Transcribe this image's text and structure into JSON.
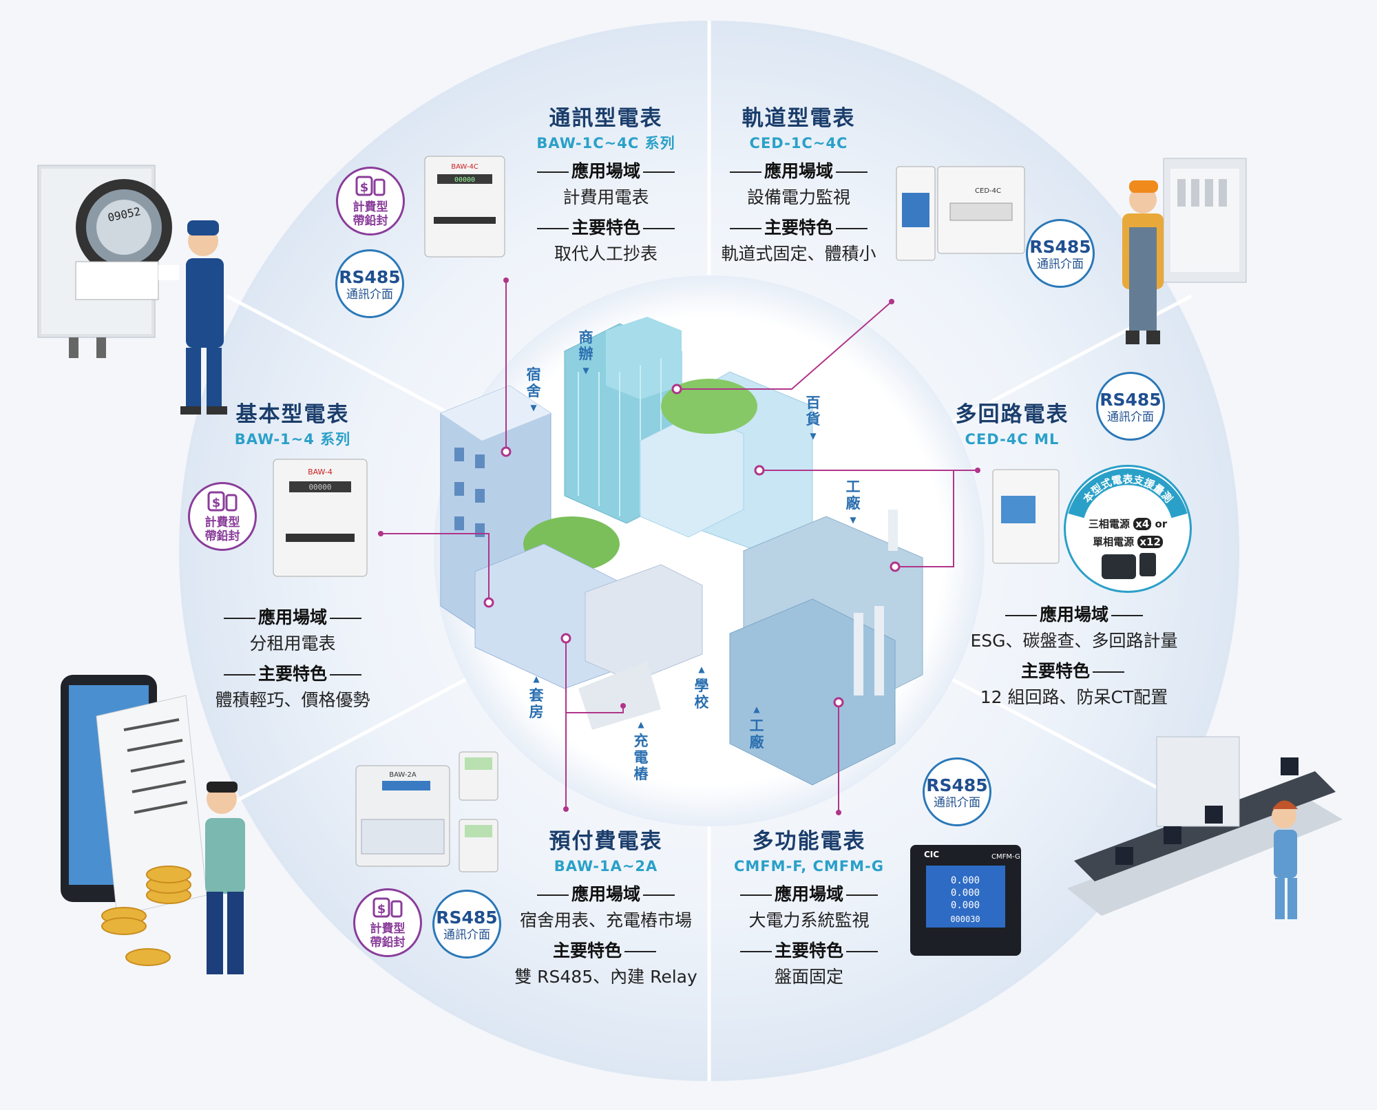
{
  "products": {
    "comm": {
      "title": "通訊型電表",
      "model": "BAW-1C~4C 系列",
      "field_hdr": "應用場域",
      "field_val": "計費用電表",
      "feat_hdr": "主要特色",
      "feat_val": "取代人工抄表"
    },
    "rail": {
      "title": "軌道型電表",
      "model": "CED-1C~4C",
      "field_hdr": "應用場域",
      "field_val": "設備電力監視",
      "feat_hdr": "主要特色",
      "feat_val": "軌道式固定、體積小"
    },
    "basic": {
      "title": "基本型電表",
      "model": "BAW-1~4 系列",
      "field_hdr": "應用場域",
      "field_val": "分租用電表",
      "feat_hdr": "主要特色",
      "feat_val": "體積輕巧、價格優勢"
    },
    "multi": {
      "title": "多回路電表",
      "model": "CED-4C ML",
      "field_hdr": "應用場域",
      "field_val": "ESG、碳盤查、多回路計量",
      "feat_hdr": "主要特色",
      "feat_val": "12 組回路、防呆CT配置"
    },
    "prepaid": {
      "title": "預付費電表",
      "model": "BAW-1A~2A",
      "field_hdr": "應用場域",
      "field_val": "宿舍用表、充電樁市場",
      "feat_hdr": "主要特色",
      "feat_val": "雙 RS485、內建 Relay"
    },
    "mfunc": {
      "title": "多功能電表",
      "model": "CMFM-F, CMFM-G",
      "field_hdr": "應用場域",
      "field_val": "大電力系統監視",
      "feat_hdr": "主要特色",
      "feat_val": "盤面固定"
    }
  },
  "badges": {
    "rs485": "RS485",
    "rs485_sub": "通訊介面",
    "seal_l1": "計費型",
    "seal_l2": "帶鉛封"
  },
  "ct": {
    "arc": "本型式電表支援量測",
    "line1": "三相電源",
    "x4": "x4",
    "or": "or",
    "line2": "單相電源",
    "x12": "x12"
  },
  "meter_text": {
    "baw4c": "BAW-4C",
    "baw4": "BAW-4",
    "baw2a": "BAW-2A",
    "ced4c": "CED-4C",
    "cmfmg": "CMFM-G",
    "cic": "CIC",
    "readout": "00000",
    "rd1": "0.000",
    "rd2": "000030",
    "pole": "09052"
  },
  "places": {
    "office": "商辦",
    "dorm": "宿舍",
    "dept": "百貨",
    "factory1": "工廠",
    "suite": "套房",
    "school": "學校",
    "charger": "充電樁",
    "factory2": "工廠"
  }
}
